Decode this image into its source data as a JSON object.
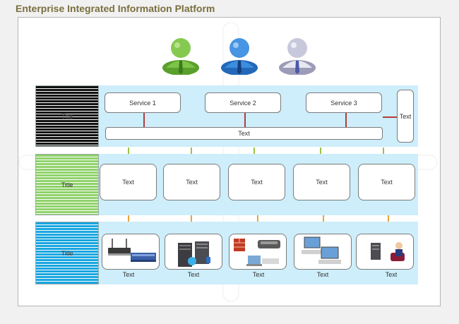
{
  "page_title": "Enterprise Integrated Information Platform",
  "lanes": [
    {
      "title": "Title",
      "bg": "#111111",
      "stripe": "#ffffff",
      "label_color": "#666666"
    },
    {
      "title": "Title",
      "bg": "#8fd26a",
      "stripe": "#ffffff",
      "label_color": "#333333"
    },
    {
      "title": "Title",
      "bg": "#19a6e0",
      "stripe": "#ffffff",
      "label_color": "#333333"
    }
  ],
  "services": [
    "Service 1",
    "Service 2",
    "Service 3"
  ],
  "service_bar": "Text",
  "side_box": "Text",
  "middle_boxes": [
    "Text",
    "Text",
    "Text",
    "Text",
    "Text"
  ],
  "hardware": [
    {
      "label": "Text",
      "icon": "router-switch-icon"
    },
    {
      "label": "Text",
      "icon": "server-icon"
    },
    {
      "label": "Text",
      "icon": "firewall-printer-icon"
    },
    {
      "label": "Text",
      "icon": "computers-icon"
    },
    {
      "label": "Text",
      "icon": "user-server-icon"
    }
  ],
  "users": [
    {
      "icon": "user-green-icon",
      "color": "#6fb33a"
    },
    {
      "icon": "user-blue-icon",
      "color": "#2f7fd0"
    },
    {
      "icon": "user-gray-icon",
      "color": "#b6b6cc"
    }
  ],
  "colors": {
    "band": "#cdeefa",
    "connector_red": "#b43c3c",
    "connector_green": "#9bc24b",
    "connector_orange": "#e8a33a"
  }
}
